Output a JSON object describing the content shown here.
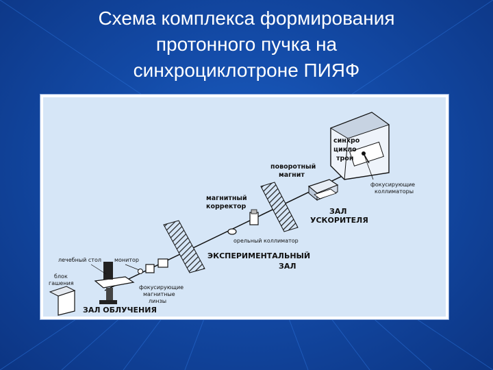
{
  "slide": {
    "title_lines": [
      "Схема комплекса формирования",
      "протонного пучка на",
      "синхроциклотроне ПИЯФ"
    ]
  },
  "diagram": {
    "labels": {
      "synchro_1": "синхро",
      "synchro_2": "цикло",
      "synchro_3": "трон",
      "rotary_magnet_1": "поворотный",
      "rotary_magnet_2": "магнит",
      "focusing_collimators_1": "фокусирующие",
      "focusing_collimators_2": "коллиматоры",
      "accel_hall_1": "ЗАЛ",
      "accel_hall_2": "УСКОРИТЕЛЯ",
      "magnetic_corrector_1": "магнитный",
      "magnetic_corrector_2": "корректор",
      "reference_collimator": "opeльный коллиматор",
      "experimental_hall_1": "ЭКСПЕРИМЕНТАЛЬНЫЙ",
      "experimental_hall_2": "ЗАЛ",
      "treatment_table": "лечебный стол",
      "monitor": "монитор",
      "block_1": "блок",
      "block_2": "гашения",
      "focusing_lenses_1": "фокусирующие",
      "focusing_lenses_2": "магнитные",
      "focusing_lenses_3": "линзы",
      "irradiation_hall": "ЗАЛ ОБЛУЧЕНИЯ"
    }
  }
}
